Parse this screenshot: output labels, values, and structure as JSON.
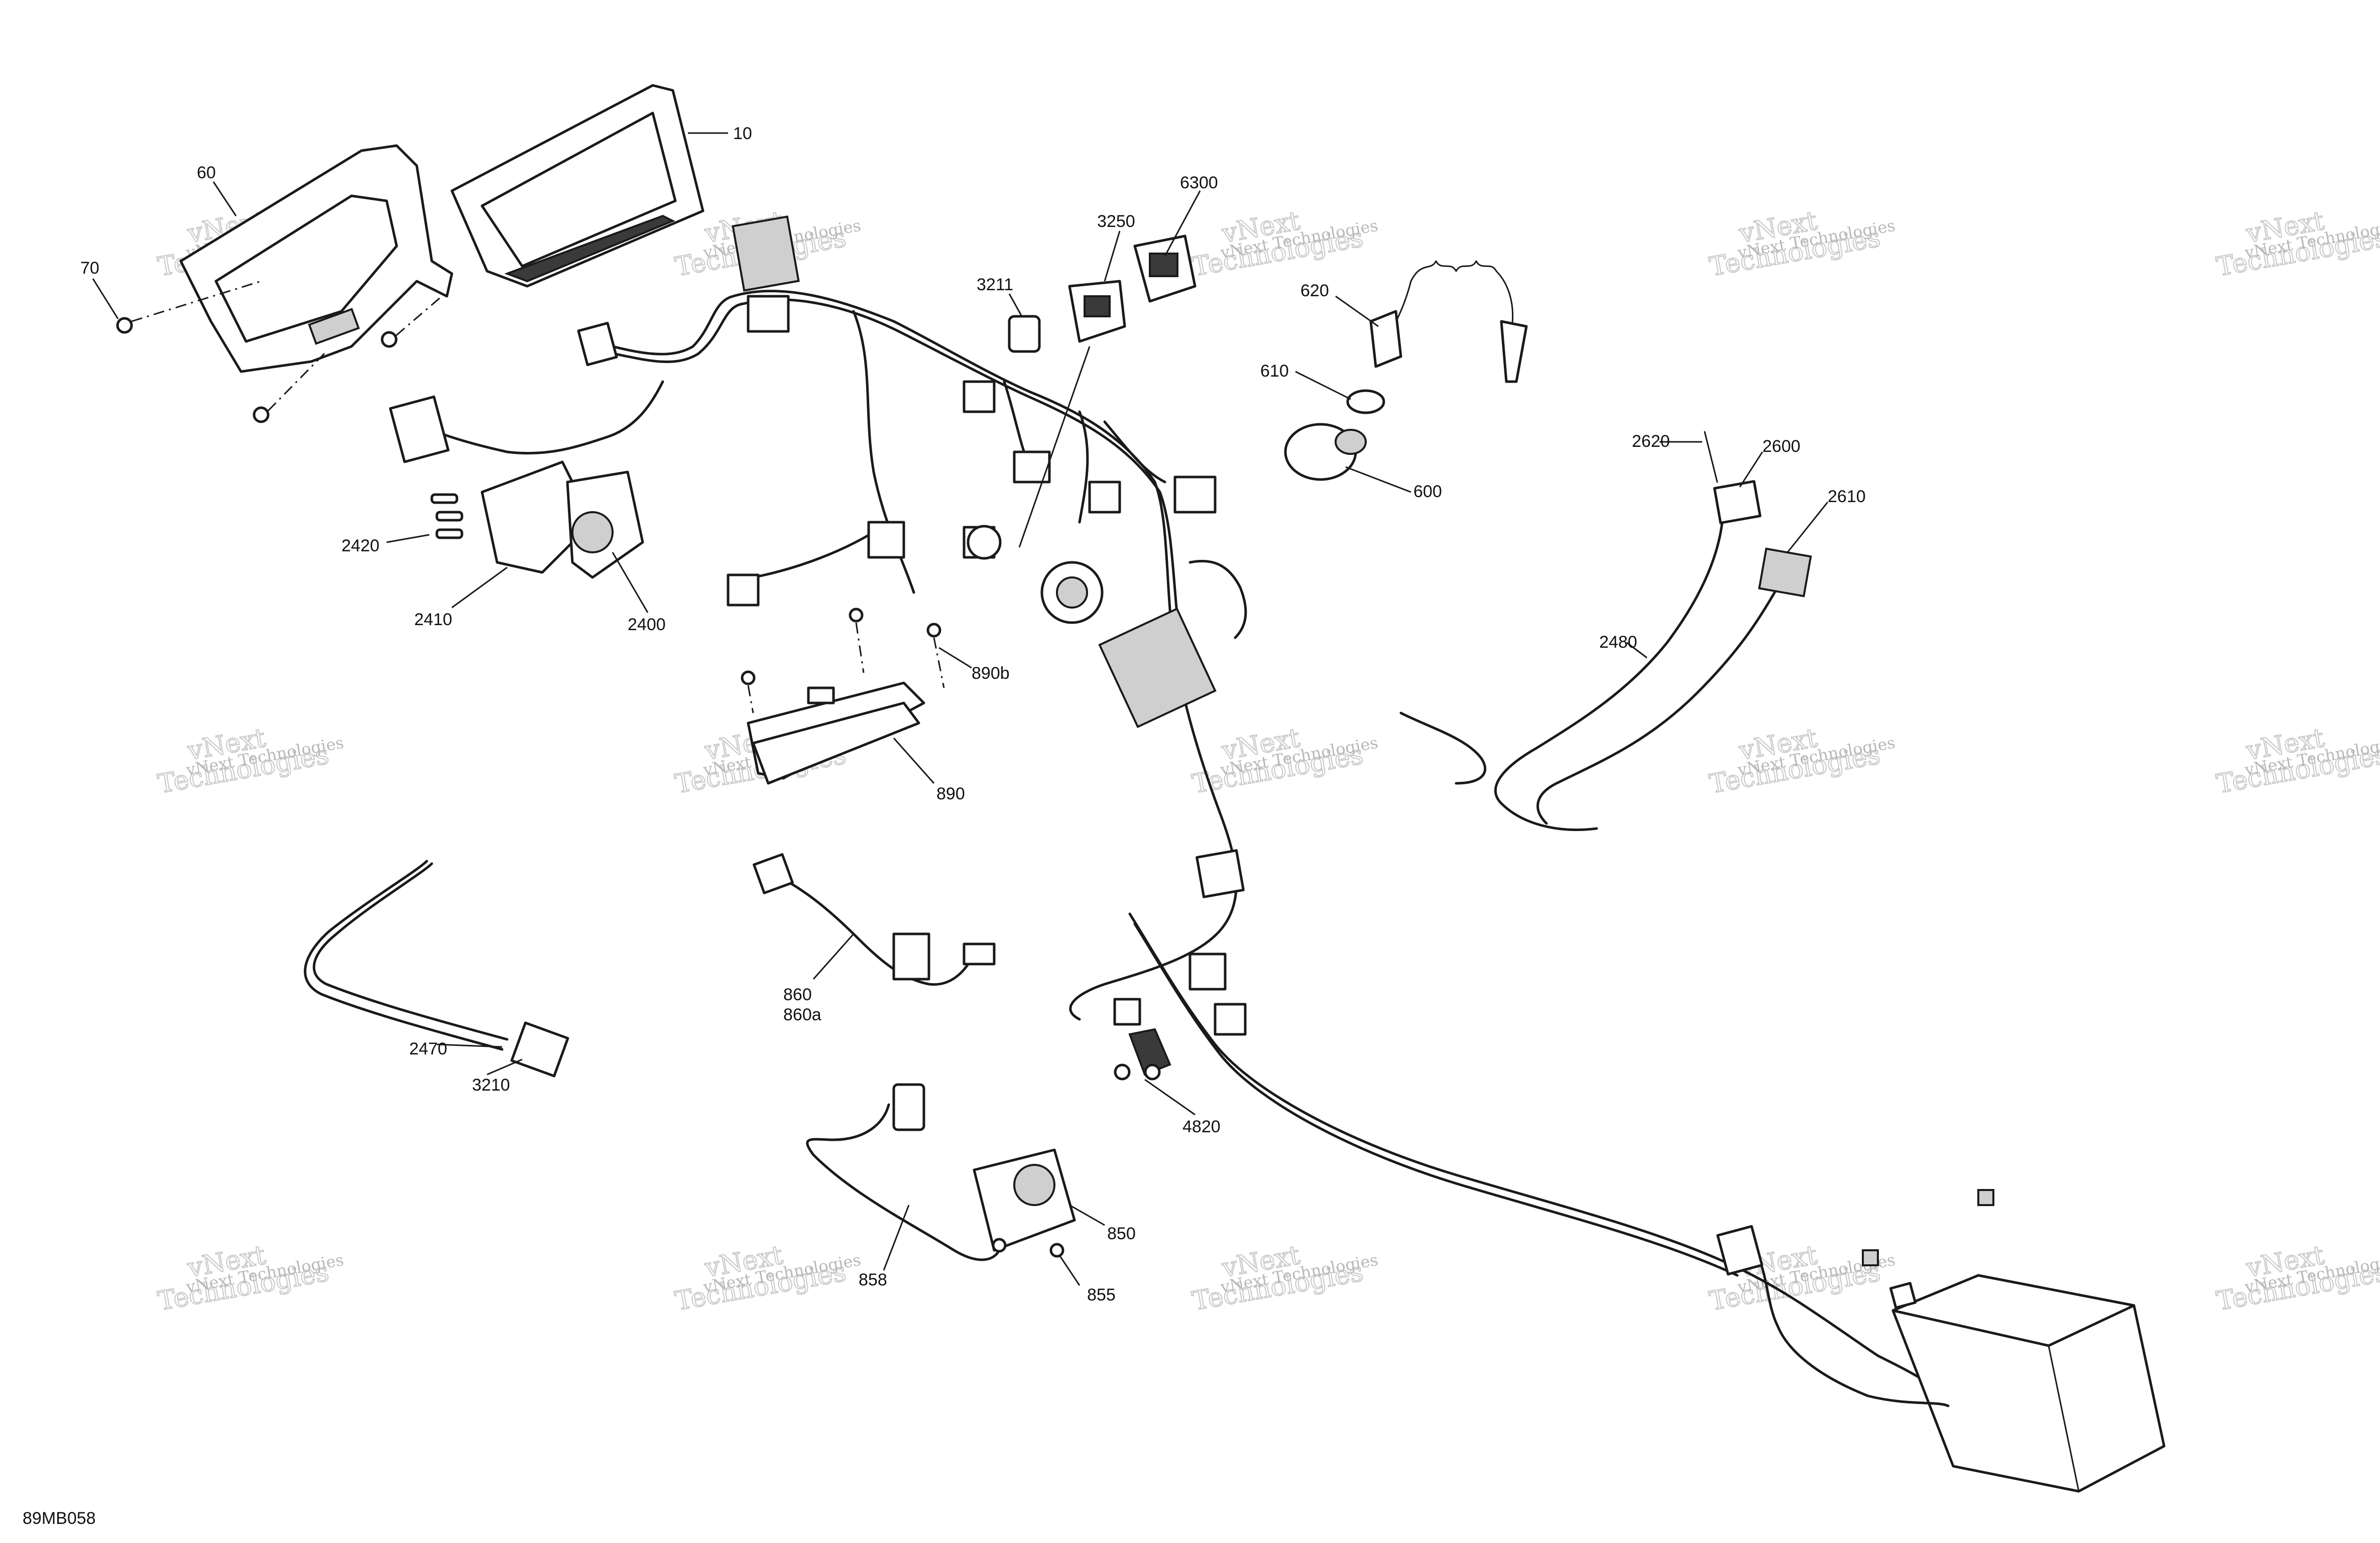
{
  "figure_id": "89MB058",
  "watermark": {
    "line1": "vNext",
    "line2": "Technologies",
    "full": "vNext Technologies"
  },
  "callouts": {
    "c10": "10",
    "c60": "60",
    "c70": "70",
    "c6300": "6300",
    "c3250": "3250",
    "c3211": "3211",
    "c620": "620",
    "c610": "610",
    "c600": "600",
    "c2620": "2620",
    "c2600": "2600",
    "c2610": "2610",
    "c2420": "2420",
    "c2410": "2410",
    "c2400": "2400",
    "c890b": "890b",
    "c890": "890",
    "c2480": "2480",
    "c860": "860",
    "c860a": "860a",
    "c2470": "2470",
    "c3210": "3210",
    "c4820": "4820",
    "c850": "850",
    "c858": "858",
    "c855": "855"
  }
}
